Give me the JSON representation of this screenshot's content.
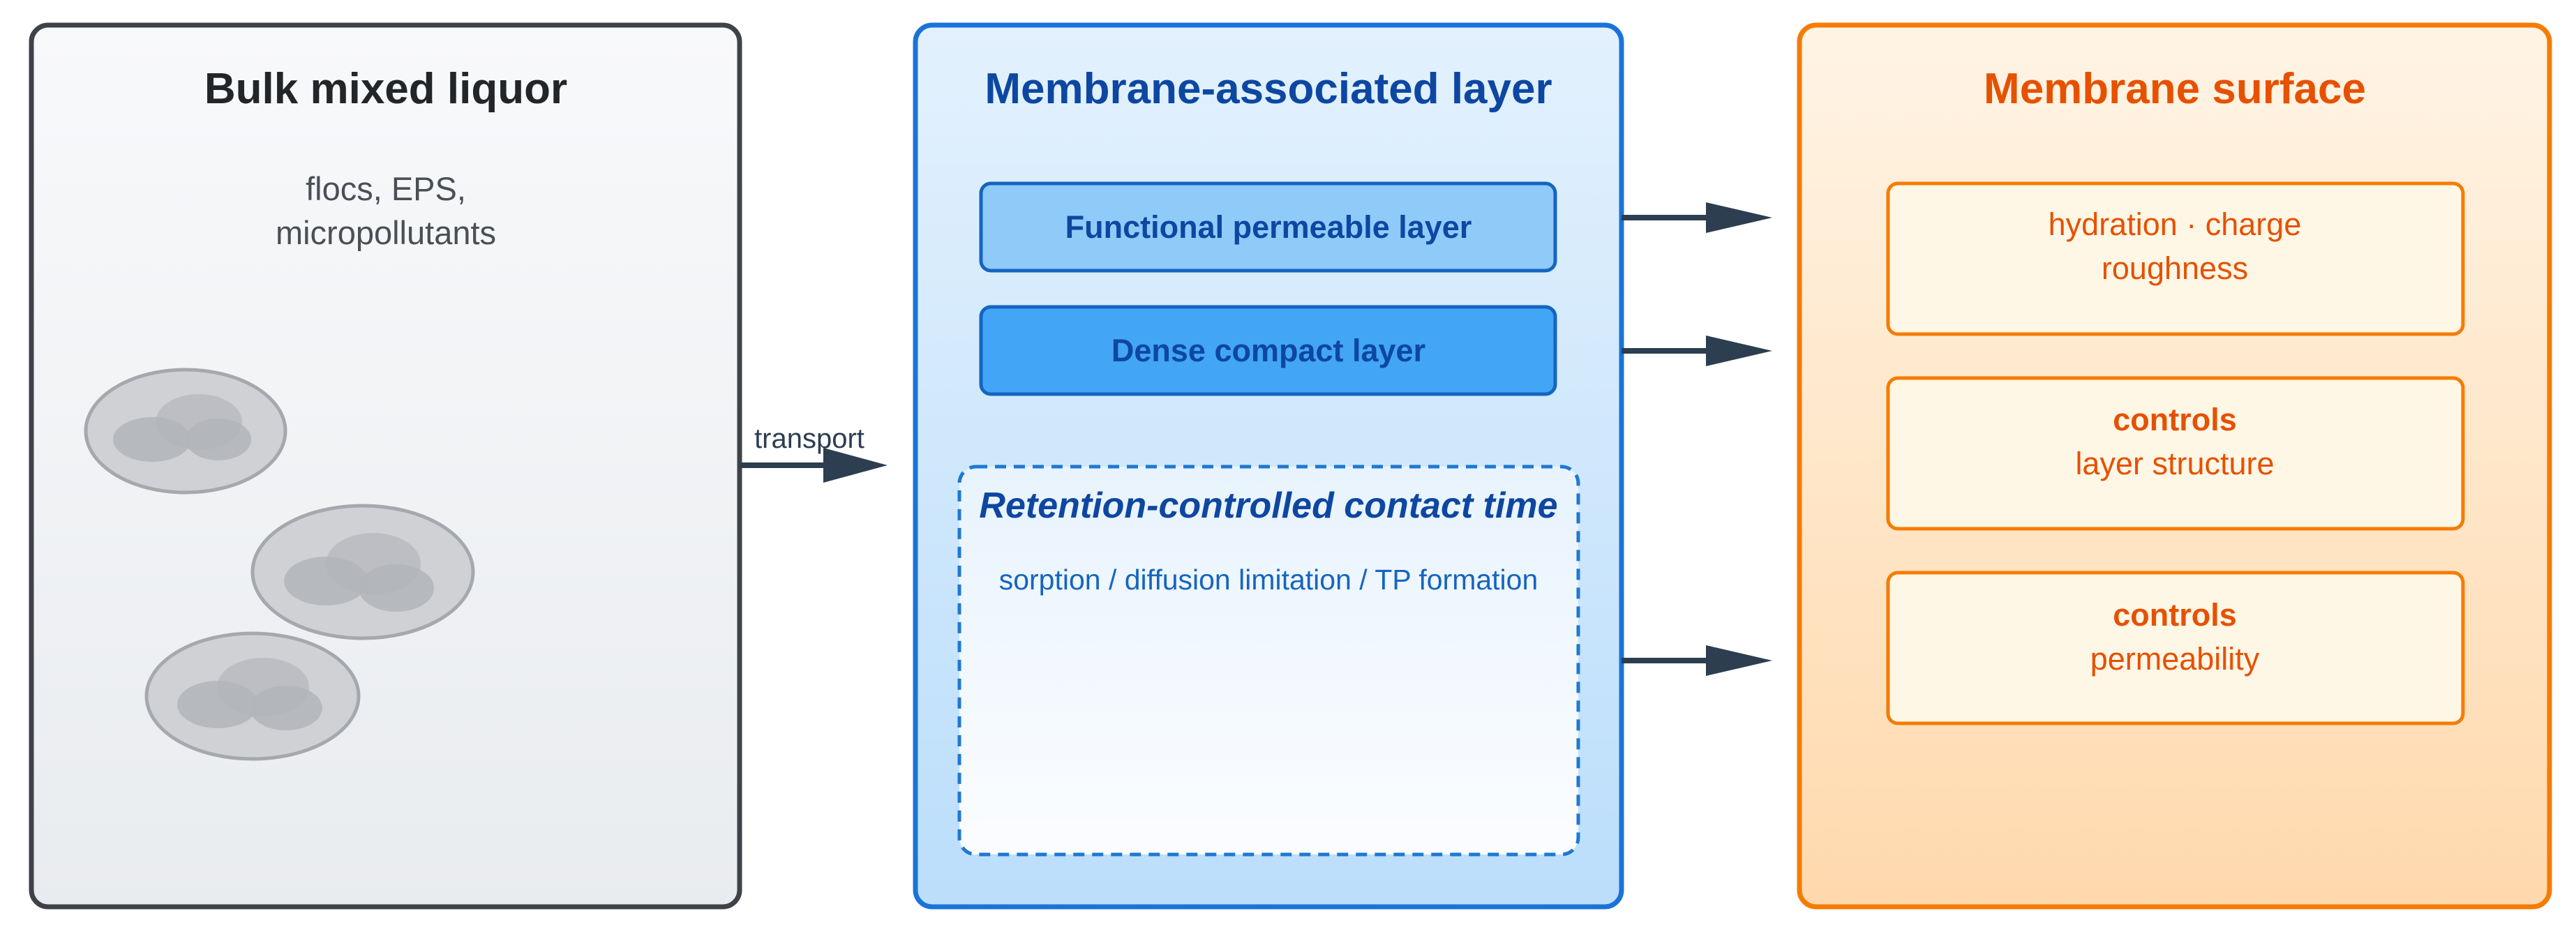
{
  "colors": {
    "bulk_border": "#3f4349",
    "bulk_title": "#232629",
    "bulk_text": "#4b4f55",
    "membrane_border": "#1a73d9",
    "membrane_title": "#0d47a1",
    "functional_fill": "#90caf9",
    "dense_fill": "#42a5f5",
    "retention_text": "#1565c0",
    "surface_border": "#f57c00",
    "surface_title": "#e65100",
    "surface_text": "#e65100",
    "arrow": "#2c3e50"
  },
  "bulk": {
    "title": "Bulk mixed liquor",
    "subtitle_line1": "flocs, EPS,",
    "subtitle_line2": "micropollutants"
  },
  "transport_label": "transport",
  "membrane_layer": {
    "title": "Membrane-associated layer",
    "functional_layer": "Functional permeable layer",
    "dense_layer": "Dense compact layer",
    "retention_title": "Retention-controlled contact time",
    "retention_subtitle": "sorption / diffusion limitation / TP formation"
  },
  "surface": {
    "title": "Membrane surface",
    "box1_line1": "hydration · charge",
    "box1_line2": "roughness",
    "box2_bold": "controls",
    "box2_text": "layer structure",
    "box3_bold": "controls",
    "box3_text": "permeability"
  }
}
